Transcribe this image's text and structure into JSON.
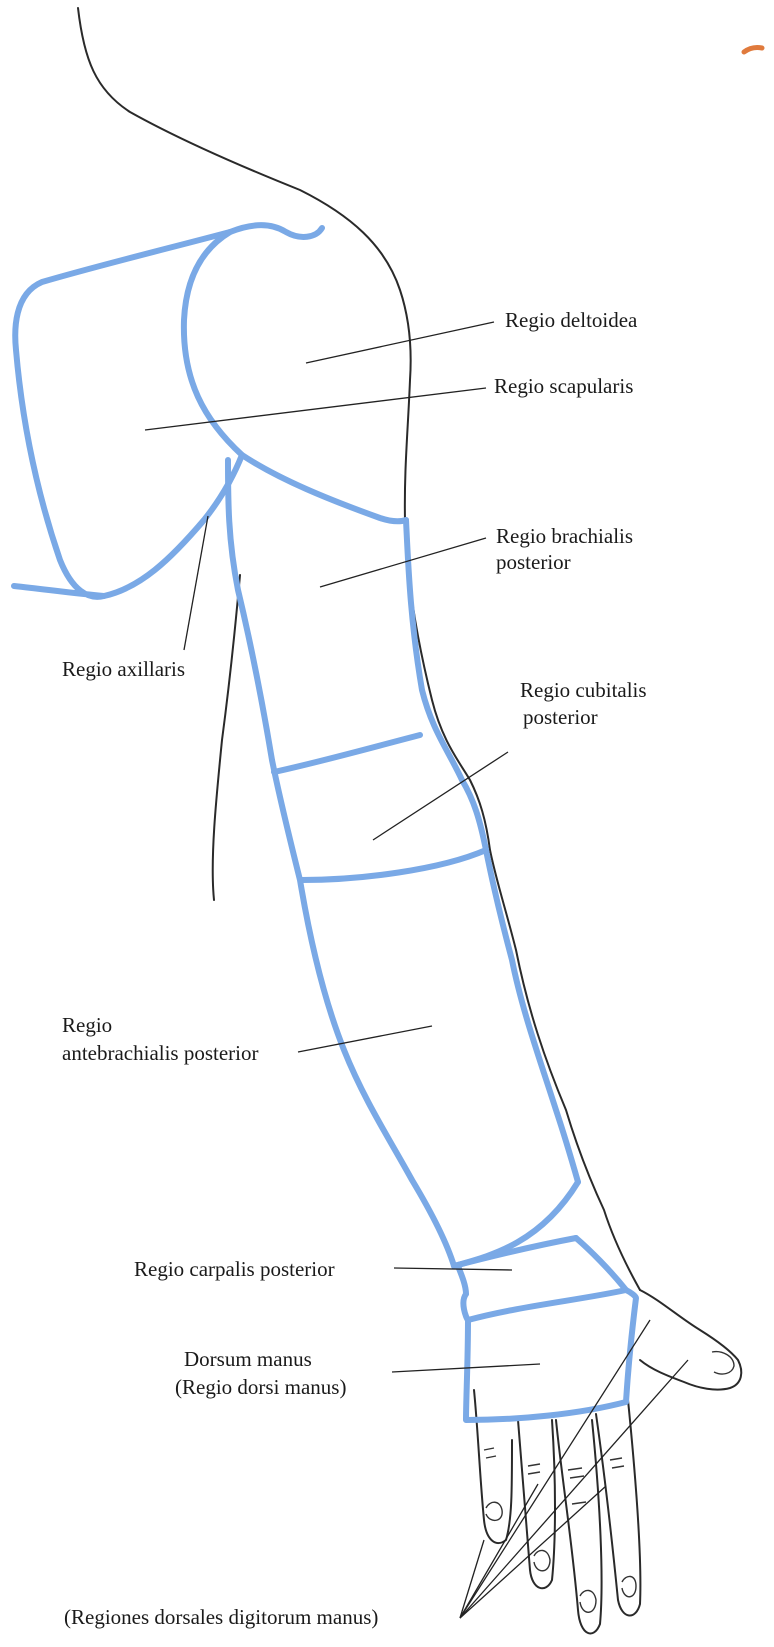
{
  "colors": {
    "region_border": "#7aa9e6",
    "outline": "#2a2a2a",
    "text": "#1a1a1a",
    "accent_mark": "#e07a3c"
  },
  "labels": {
    "deltoidea": "Regio deltoidea",
    "scapularis": "Regio scapularis",
    "brachialis_1": "Regio brachialis",
    "brachialis_2": "posterior",
    "axillaris": "Regio axillaris",
    "cubitalis_1": "Regio cubitalis",
    "cubitalis_2": "posterior",
    "antebrachialis_1": "Regio",
    "antebrachialis_2": "antebrachialis posterior",
    "carpalis": "Regio carpalis posterior",
    "dorsum_1": "Dorsum manus",
    "dorsum_2": "(Regio dorsi manus)",
    "digitorum": "(Regiones dorsales digitorum manus)"
  }
}
